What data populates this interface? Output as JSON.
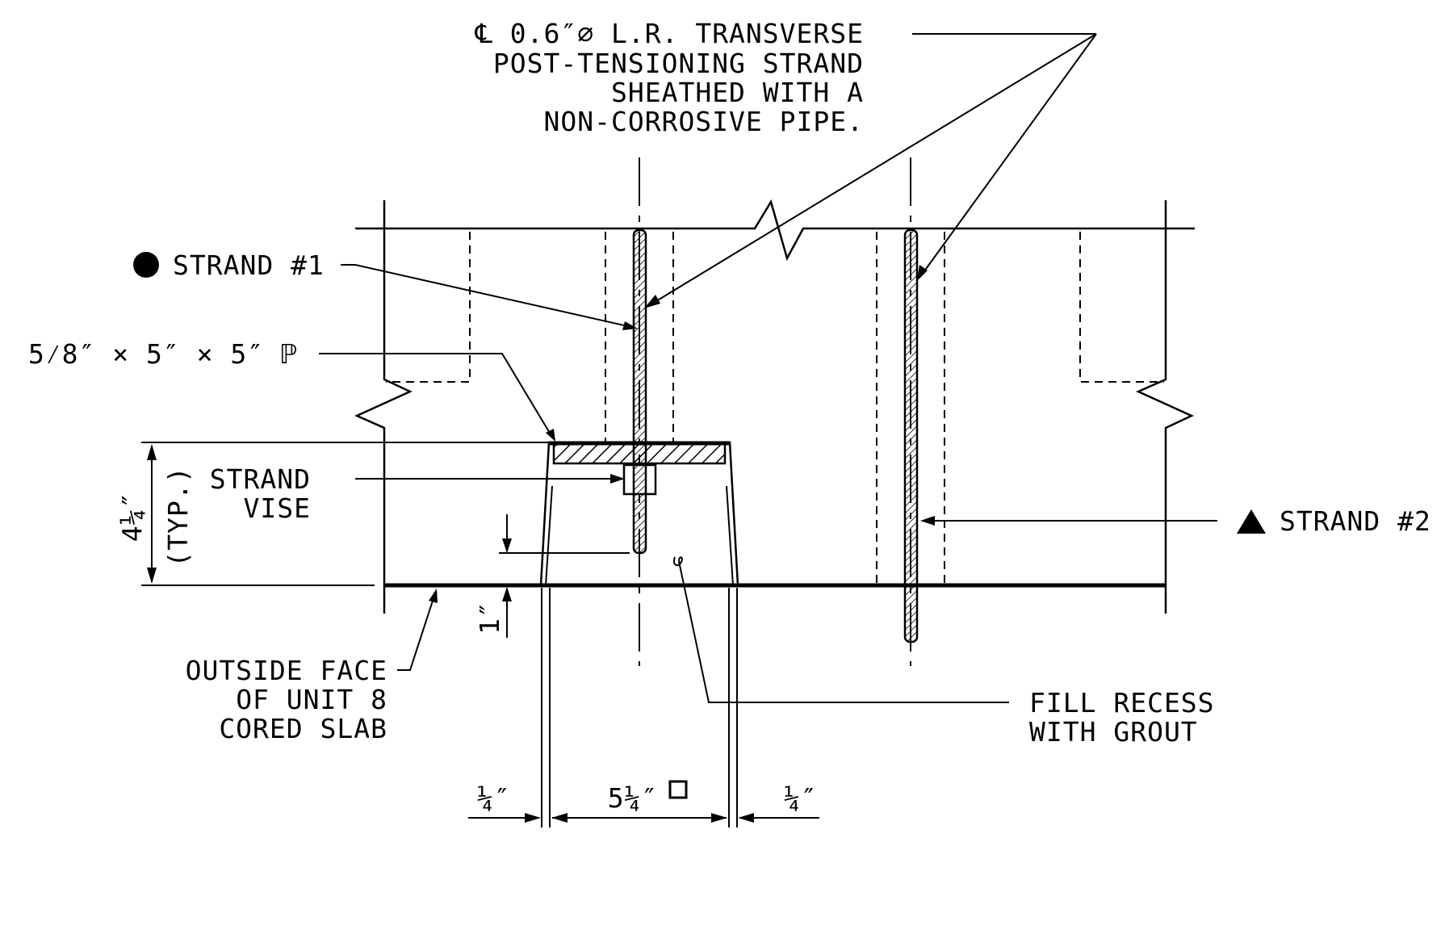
{
  "callouts": {
    "strand_note": {
      "line1": "℄ 0.6″⌀ L.R. TRANSVERSE",
      "line2": "POST-TENSIONING STRAND",
      "line3": "SHEATHED WITH A",
      "line4": "NON-CORROSIVE PIPE."
    },
    "strand_1": "STRAND #1",
    "plate": "5⁄8″ × 5″ × 5″ ℙ",
    "strand_vise": {
      "line1": "STRAND",
      "line2": "VISE"
    },
    "strand_2": "STRAND #2",
    "outside_face": {
      "line1": "OUTSIDE FACE",
      "line2": "OF UNIT 8",
      "line3": "CORED SLAB"
    },
    "fill_recess": {
      "line1": "FILL RECESS",
      "line2": "WITH GROUT"
    }
  },
  "dimensions": {
    "height": "4¼″",
    "height_note": "(TYP.)",
    "strand_offset": "1″",
    "left_gap": "¼″",
    "recess_width": "5¼″",
    "right_gap": "¼″"
  },
  "colors": {
    "ink": "#000000",
    "background": "#ffffff"
  }
}
